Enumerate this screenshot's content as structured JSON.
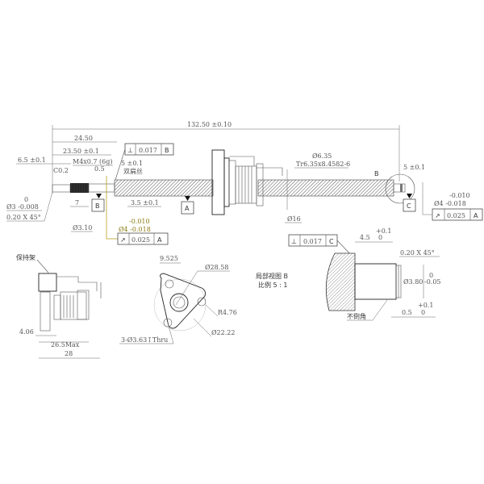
{
  "main_view": {
    "overall_length": "132.50 ±0.10",
    "d_24_50": "24.50",
    "d_23_50": "23.50 ±0.1",
    "d_6_5": "6.5 ±0.1",
    "thread_m4": "M4x0.7 (6g)",
    "d_0_5": "0.5",
    "chamfer_c02": "C0.2",
    "d_5_left": "5 ±0.1",
    "double_end_label": "双扁丝",
    "d_7": "7",
    "d_3_5": "3.5 ±0.1",
    "dia3_tol_top": "0",
    "dia3": "Ø3 -0.008",
    "chamfer_020": "0.20 X 45°",
    "dia310": "Ø3.10",
    "dia4_left_upper": "-0.010",
    "dia4_left": "Ø4 -0.018",
    "dia635": "Ø6.35",
    "thread_tr": "Tr6.35x8.4582-6",
    "dia16": "Ø16",
    "d_5_right": "5 ±0.1",
    "detail_marker": "B",
    "dia4_right_upper": "-0.010",
    "dia4_right": "Ø4 -0.018",
    "datum_a": "A",
    "datum_b": "B",
    "datum_c": "C",
    "fcf_perp_b": {
      "symbol": "⊥",
      "value": "0.017",
      "datum": "B"
    },
    "fcf_runout_left": {
      "symbol": "↗",
      "value": "0.025",
      "datum": "A"
    },
    "fcf_runout_right": {
      "symbol": "↗",
      "value": "0.025",
      "datum": "A"
    }
  },
  "retainer_view": {
    "label": "保持架",
    "d_406": "4.06",
    "d_265": "26.5Max",
    "d_28": "28"
  },
  "flange_view": {
    "d_9525": "9.525",
    "dia2858": "Ø28.58",
    "r476": "R4.76",
    "dia2222": "Ø22.22",
    "holes": "3-Ø3.63↧Thru"
  },
  "detail_view": {
    "title": "局部视图 B",
    "scale": "比例 5 : 1",
    "fcf_perp_c": {
      "symbol": "⊥",
      "value": "0.017",
      "datum": "C"
    },
    "d_45_tol_top": "+0.1",
    "d_45": "4.5",
    "d_45_tol_bot": "0",
    "chamfer": "0.20 X 45°",
    "dia380": "Ø3.80",
    "dia380_tol_top": "0",
    "dia380_tol_bot": "-0.05",
    "no_chamfer": "不倒角",
    "d_05_tol_top": "+0.1",
    "d_05": "0.5",
    "d_05_tol_bot": "0"
  }
}
